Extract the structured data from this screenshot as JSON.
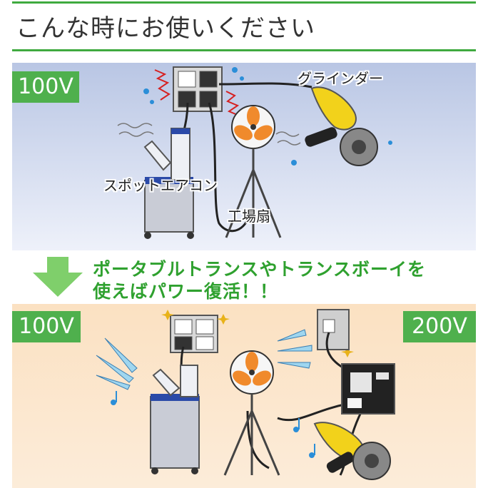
{
  "header": {
    "title": "こんな時にお使いください"
  },
  "top_scene": {
    "voltage_badge": "100V",
    "label_grinder": "グラインダー",
    "label_aircon": "スポットエアコン",
    "label_fan": "工場扇"
  },
  "arrow_caption": {
    "line1": "ポータブルトランスやトランスボーイを",
    "line2": "使えばパワー復活！！"
  },
  "bottom_scene": {
    "voltage_badge_left": "100V",
    "voltage_badge_right": "200V"
  },
  "colors": {
    "accent_green": "#4fb04d",
    "caption_green": "#2fa12f",
    "fan_orange": "#f08a2c",
    "grinder_yellow": "#f2d21b"
  }
}
